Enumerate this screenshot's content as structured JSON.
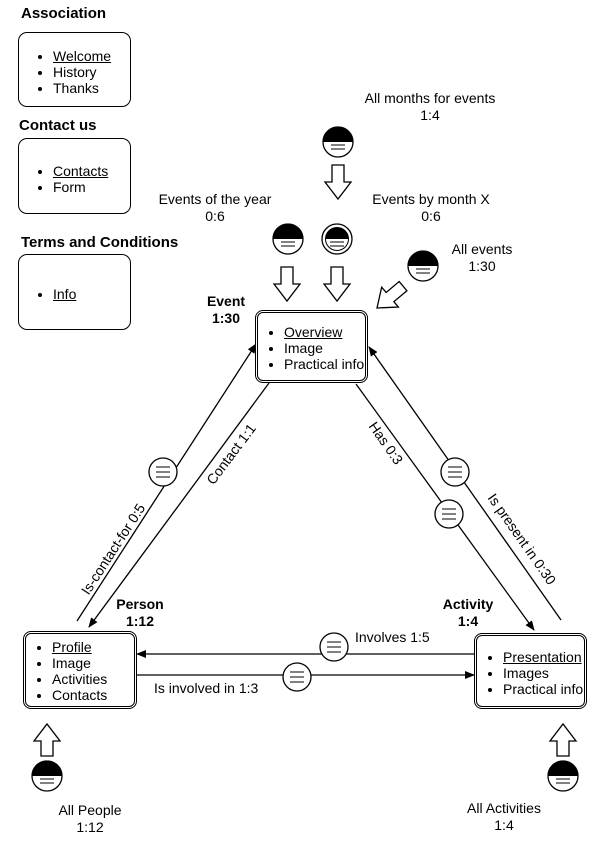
{
  "sections": {
    "association": {
      "title": "Association",
      "items": [
        "Welcome",
        "History",
        "Thanks"
      ]
    },
    "contact": {
      "title": "Contact us",
      "items": [
        "Contacts",
        "Form"
      ]
    },
    "terms": {
      "title": "Terms and Conditions",
      "items": [
        "Info"
      ]
    }
  },
  "nodes": {
    "event": {
      "name": "Event",
      "count": "1:30",
      "items": [
        "Overview",
        "Image",
        "Practical info"
      ]
    },
    "person": {
      "name": "Person",
      "count": "1:12",
      "items": [
        "Profile",
        "Image",
        "Activities",
        "Contacts"
      ]
    },
    "activity": {
      "name": "Activity",
      "count": "1:4",
      "items": [
        "Presentation",
        "Images",
        "Practical info"
      ]
    }
  },
  "entry_points": {
    "all_months": {
      "label": "All months for events",
      "count": "1:4"
    },
    "events_year": {
      "label": "Events of the year",
      "count": "0:6"
    },
    "events_month": {
      "label": "Events by month X",
      "count": "0:6"
    },
    "all_events": {
      "label": "All events",
      "count": "1:30"
    },
    "all_people": {
      "label": "All People",
      "count": "1:12"
    },
    "all_activities": {
      "label": "All Activities",
      "count": "1:4"
    }
  },
  "relations": {
    "is_contact_for": "Is-contact-for   0:5",
    "contact": "Contact  1:1",
    "has": "Has 0:3",
    "is_present_in": "Is present in  0:30",
    "involves": "Involves   1:5",
    "is_involved_in": "Is involved in   1:3"
  }
}
